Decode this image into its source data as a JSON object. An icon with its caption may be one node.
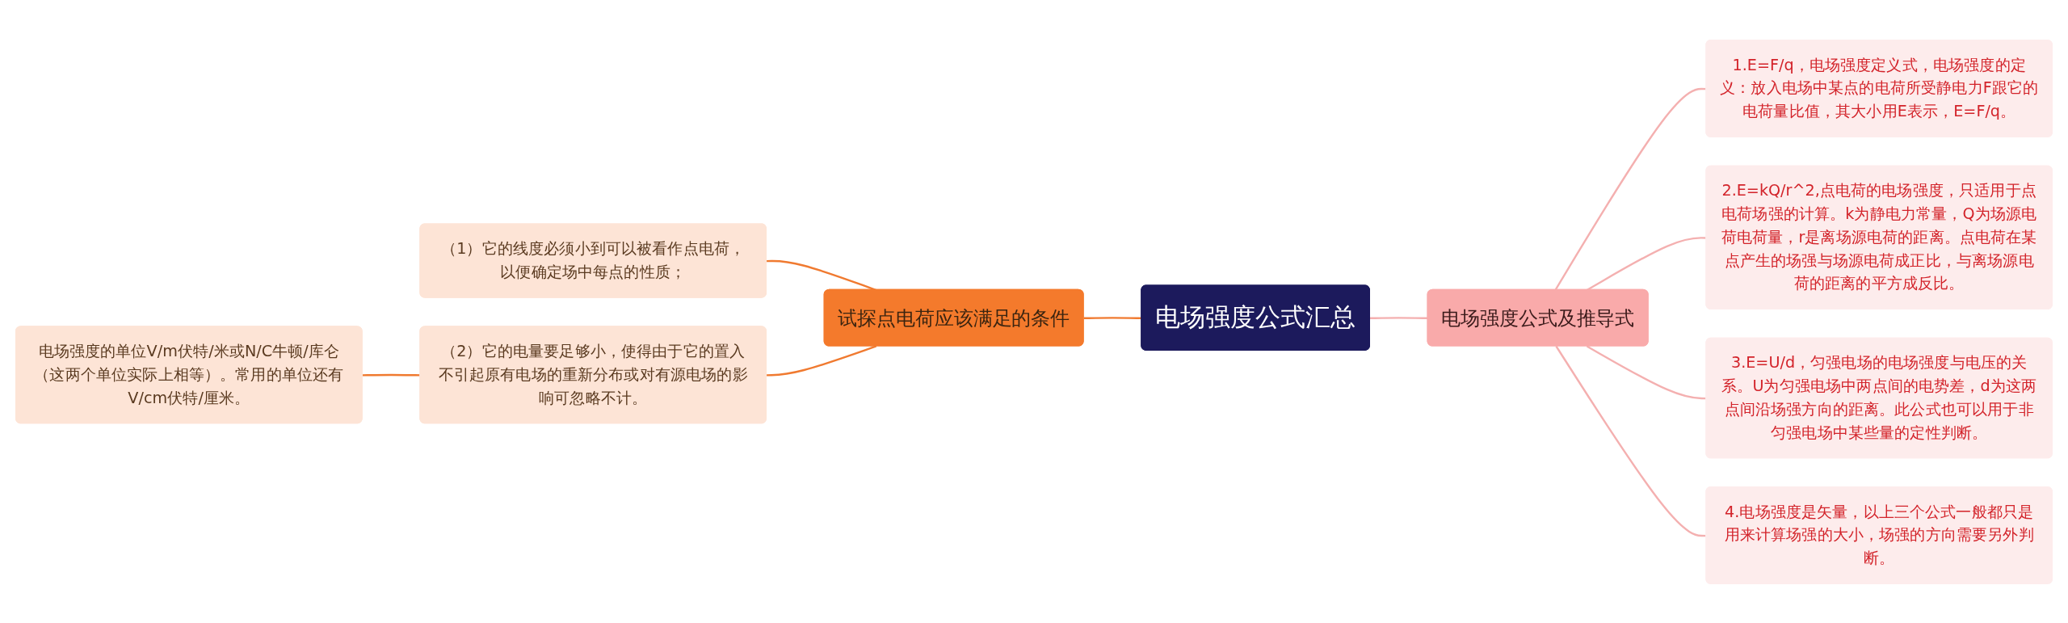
{
  "diagram": {
    "nodes": [
      {
        "text": [
          "电场强度公式汇总"
        ]
      },
      {
        "text": [
          "试探点电荷应该满足的条件"
        ]
      },
      {
        "text": [
          "（1）它的线度必须小到可以被看作点电荷，以便确定场中每点的性质；"
        ]
      },
      {
        "text": [
          "（2）它的电量要足够小，使得由于它的置入不引起原有电场的重新分布或对有源电场的影响可忽略不计。"
        ]
      },
      {
        "text": [
          "电场强度的单位V/m伏特/米或N/C牛顿/库仑（这两个单位实际上相等）。常用的单位还有V/cm伏特/厘米。"
        ]
      },
      {
        "text": [
          "电场强度公式及推导式"
        ]
      },
      {
        "text": [
          "1.E=F/q，电场强度定义式，电场强度的定义：放入电场中某点的电荷所受静电力F跟它的电荷量比值，其大小用E表示，E=F/q。"
        ]
      },
      {
        "text": [
          "2.E=kQ/r^2,点电荷的电场强度，只适用于点电荷场强的计算。k为静电力常量，Q为场源电荷电荷量，r是离场源电荷的距离。点电荷在某点产生的场强与场源电荷成正比，与离场源电荷的距离的平方成反比。"
        ]
      },
      {
        "text": [
          "3.E=U/d，匀强电场的电场强度与电压的关系。U为匀强电场中两点间的电势差，d为这两点间沿场强方向的距离。此公式也可以用于非匀强电场中某些量的定性判断。"
        ]
      },
      {
        "text": [
          "4.电场强度是矢量，以上三个公式一般都只是用来计算场强的大小，场强的方向需要另外判断。"
        ]
      }
    ],
    "edges": [
      {
        "from": 4,
        "to": 3,
        "arrow": "none",
        "color": "#f07a30"
      },
      {
        "from": 2,
        "to": 1,
        "arrow": "none",
        "color": "#f07a30"
      },
      {
        "from": 3,
        "to": 1,
        "arrow": "none",
        "color": "#f07a30"
      },
      {
        "from": 1,
        "to": 0,
        "arrow": "none",
        "color": "#f07a30"
      },
      {
        "from": 0,
        "to": 5,
        "arrow": "none",
        "color": "#f4b0b0"
      },
      {
        "from": 5,
        "to": 6,
        "arrow": "none",
        "color": "#f4b0b0"
      },
      {
        "from": 5,
        "to": 7,
        "arrow": "none",
        "color": "#f4b0b0"
      },
      {
        "from": 5,
        "to": 8,
        "arrow": "none",
        "color": "#f4b0b0"
      },
      {
        "from": 5,
        "to": 9,
        "arrow": "none",
        "color": "#f4b0b0"
      }
    ]
  }
}
